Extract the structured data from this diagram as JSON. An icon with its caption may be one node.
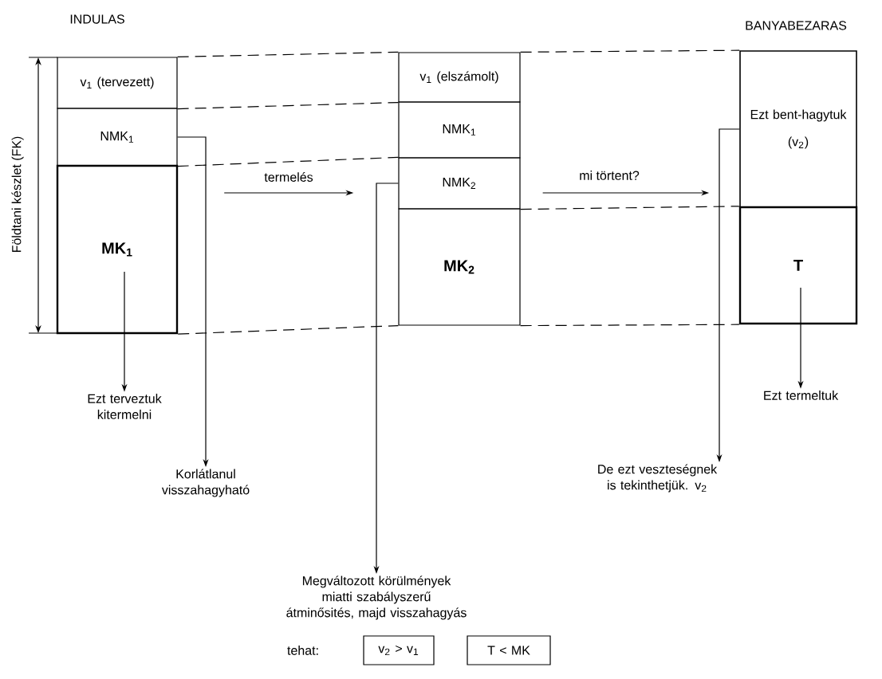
{
  "diagram": {
    "nodes": [
      {
        "text": [
          "v$_{1}$ (tervezett)"
        ]
      },
      {
        "text": [
          "NMK$_{1}$"
        ]
      },
      {
        "text": [
          "MK$_{1}$"
        ]
      },
      {
        "text": [
          "v$_{1}$ (elszámolt)"
        ]
      },
      {
        "text": [
          "NMK$_{1}$"
        ]
      },
      {
        "text": [
          "NMK$_{2}$"
        ]
      },
      {
        "text": [
          "MK$_{2}$"
        ]
      },
      {
        "text": [
          "Ezt bent-hagytuk",
          "(v$_{2}$)"
        ]
      },
      {
        "text": [
          "T"
        ]
      },
      {
        "text": [
          "Ezt terveztuk kitermelni"
        ]
      },
      {
        "text": [
          "Korlátlanul visszahagyható"
        ]
      },
      {
        "text": [
          "Megváltozott körülmények miatti szabályszerű átminősités, majd visszahagyás"
        ]
      },
      {
        "text": [
          "Ezt termeltuk"
        ]
      },
      {
        "text": [
          "De ezt veszteségnek is tekinthetjük. v$_{2}$"
        ]
      },
      {
        "text": [
          "v$_{2}$ > v$_{1}$"
        ]
      },
      {
        "text": [
          "T < MK"
        ]
      }
    ],
    "edges": [
      {
        "from": 2,
        "to": 5,
        "arrow": "to",
        "label": "termelés"
      },
      {
        "from": 5,
        "to": 7,
        "arrow": "to",
        "label": "mi törtent?"
      },
      {
        "from": 2,
        "to": 9,
        "arrow": "to"
      },
      {
        "from": 1,
        "to": 10,
        "arrow": "to"
      },
      {
        "from": 5,
        "to": 11,
        "arrow": "to"
      },
      {
        "from": 7,
        "to": 13,
        "arrow": "to"
      },
      {
        "from": 8,
        "to": 12,
        "arrow": "to"
      },
      {
        "from": 0,
        "to": 3,
        "arrow": "none",
        "style": "dashed"
      },
      {
        "from": 0,
        "to": 3,
        "arrow": "none",
        "style": "dashed"
      },
      {
        "from": 1,
        "to": 5,
        "arrow": "none",
        "style": "dashed"
      },
      {
        "from": 2,
        "to": 6,
        "arrow": "none",
        "style": "dashed"
      },
      {
        "from": 3,
        "to": 7,
        "arrow": "none",
        "style": "dashed"
      },
      {
        "from": 5,
        "to": 8,
        "arrow": "none",
        "style": "dashed"
      },
      {
        "from": 6,
        "to": 8,
        "arrow": "none",
        "style": "dashed"
      }
    ],
    "labels": [
      "INDULAS",
      "BANYABEZARAS",
      "Földtani készlet (FK)",
      "tehat:"
    ]
  }
}
